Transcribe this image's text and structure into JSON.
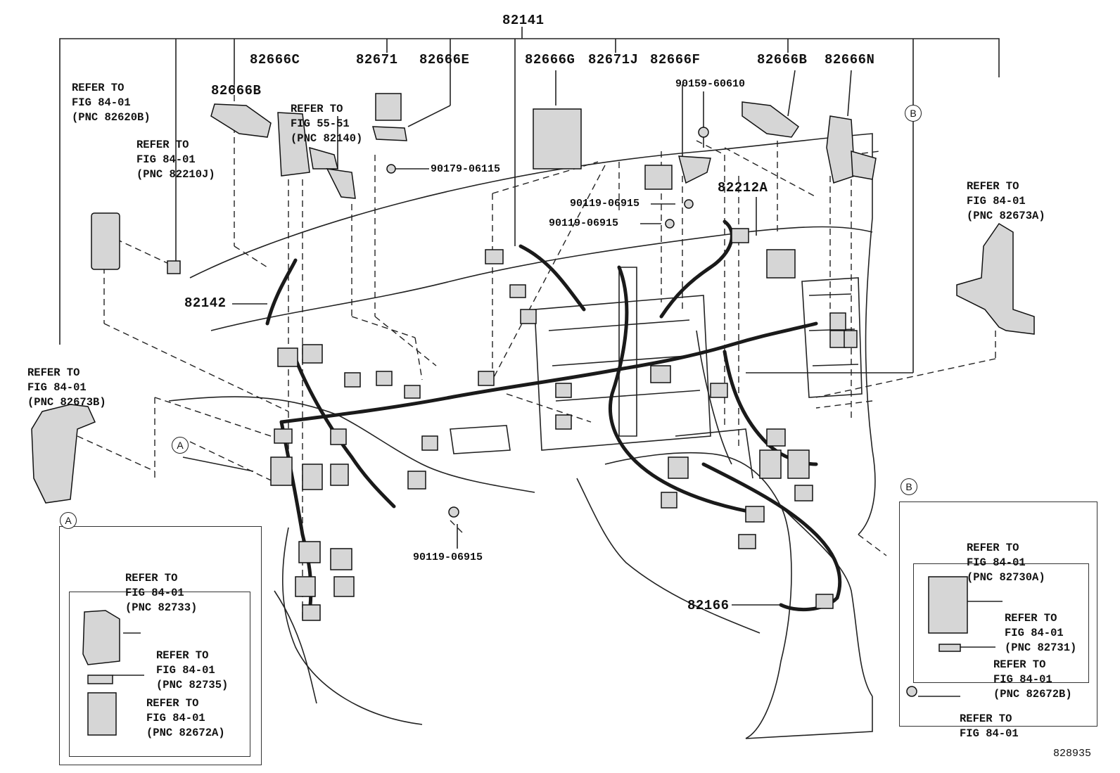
{
  "parts": {
    "p82141": "82141",
    "p82666C": "82666C",
    "p82671": "82671",
    "p82666E": "82666E",
    "p82666G": "82666G",
    "p82671J": "82671J",
    "p82666F": "82666F",
    "p82666B_left": "82666B",
    "p82666B_right": "82666B",
    "p82666N": "82666N",
    "p82212A": "82212A",
    "p82142": "82142",
    "p82166": "82166",
    "bolt_90159": "90159-60610",
    "bolt_90179": "90179-06115",
    "bolt_90119_a": "90119-06915",
    "bolt_90119_b": "90119-06915",
    "bolt_90119_c": "90119-06915"
  },
  "refs": {
    "r82620B": [
      "REFER TO",
      "FIG 84-01",
      "(PNC 82620B)"
    ],
    "r82140": [
      "REFER TO",
      "FIG 55-51",
      "(PNC 82140)"
    ],
    "r82210J": [
      "REFER TO",
      "FIG 84-01",
      "(PNC 82210J)"
    ],
    "r82673A": [
      "REFER TO",
      "FIG 84-01",
      "(PNC 82673A)"
    ],
    "r82673B": [
      "REFER TO",
      "FIG 84-01",
      "(PNC 82673B)"
    ],
    "r82733": [
      "REFER TO",
      "FIG 84-01",
      "(PNC 82733)"
    ],
    "r82735": [
      "REFER TO",
      "FIG 84-01",
      "(PNC 82735)"
    ],
    "r82672A": [
      "REFER TO",
      "FIG 84-01",
      "(PNC 82672A)"
    ],
    "r82730A": [
      "REFER TO",
      "FIG 84-01",
      "(PNC 82730A)"
    ],
    "r82731": [
      "REFER TO",
      "FIG 84-01",
      "(PNC 82731)"
    ],
    "r82672B": [
      "REFER TO",
      "FIG 84-01",
      "(PNC 82672B)"
    ],
    "rBolt": [
      "REFER TO",
      "FIG 84-01"
    ]
  },
  "markers": {
    "a": "A",
    "b": "B"
  },
  "figure_number": "828935"
}
